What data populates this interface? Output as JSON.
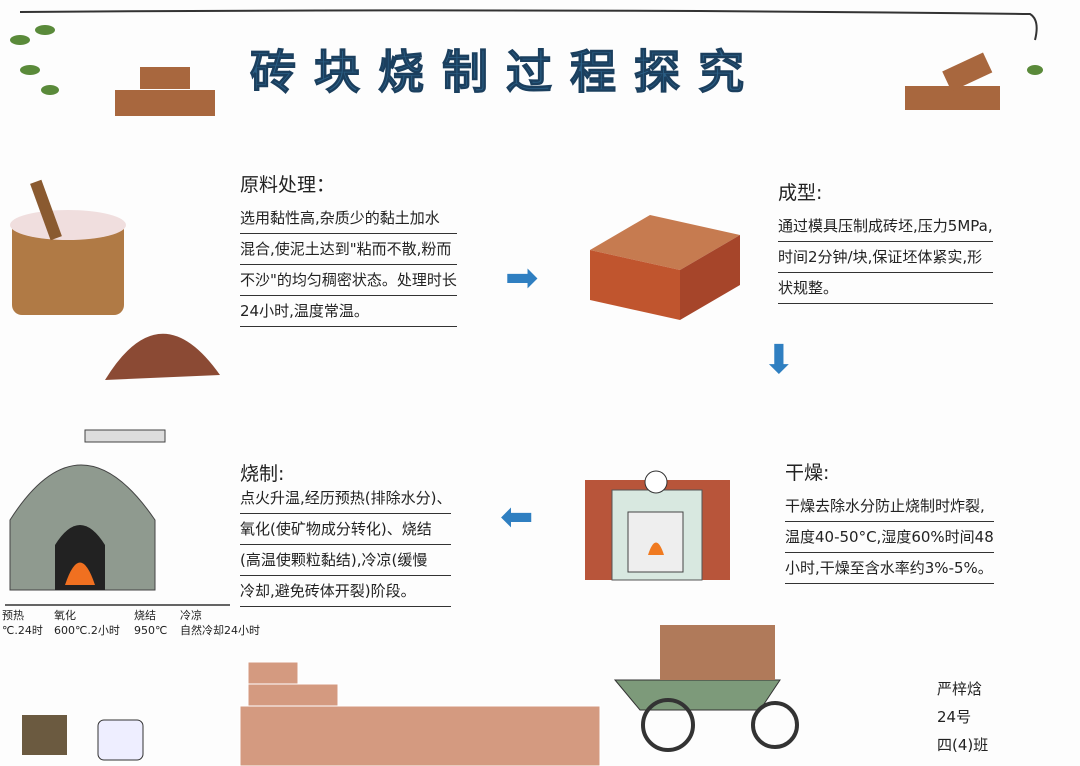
{
  "title": "砖块烧制过程探究",
  "sections": {
    "raw": {
      "heading": "原料处理：",
      "lines": [
        "选用黏性高,杂质少的黏土加水",
        "混合,使泥土达到\"粘而不散,粉而",
        "不沙\"的均匀稠密状态。处理时长",
        "24小时,温度常温。"
      ]
    },
    "forming": {
      "heading": "成型:",
      "lines": [
        "通过模具压制成砖坯,压力5MPa,",
        "时间2分钟/块,保证坯体紧实,形",
        "状规整。"
      ]
    },
    "drying": {
      "heading": "干燥:",
      "lines": [
        "干燥去除水分防止烧制时炸裂,",
        "温度40-50°C,湿度60%时间48",
        "小时,干燥至含水率约3%-5%。"
      ]
    },
    "firing": {
      "heading": "烧制:",
      "lines": [
        "点火升温,经历预热(排除水分)、",
        "氧化(使矿物成分转化)、烧结",
        "(高温使颗粒黏结),冷凉(缓慢",
        "冷却,避免砖体开裂)阶段。"
      ]
    }
  },
  "timeline": [
    {
      "stage": "预热",
      "detail": "℃.24时"
    },
    {
      "stage": "氧化",
      "detail": "600℃.2小时"
    },
    {
      "stage": "烧结",
      "detail": "950℃"
    },
    {
      "stage": "冷凉",
      "detail": "自然冷却24小时"
    }
  ],
  "author": {
    "name": "严梓焓",
    "number": "24号",
    "class": "四(4)班"
  },
  "colors": {
    "title": "#2b5f86",
    "arrow": "#2f7fc1",
    "brick": "#b5653d"
  }
}
